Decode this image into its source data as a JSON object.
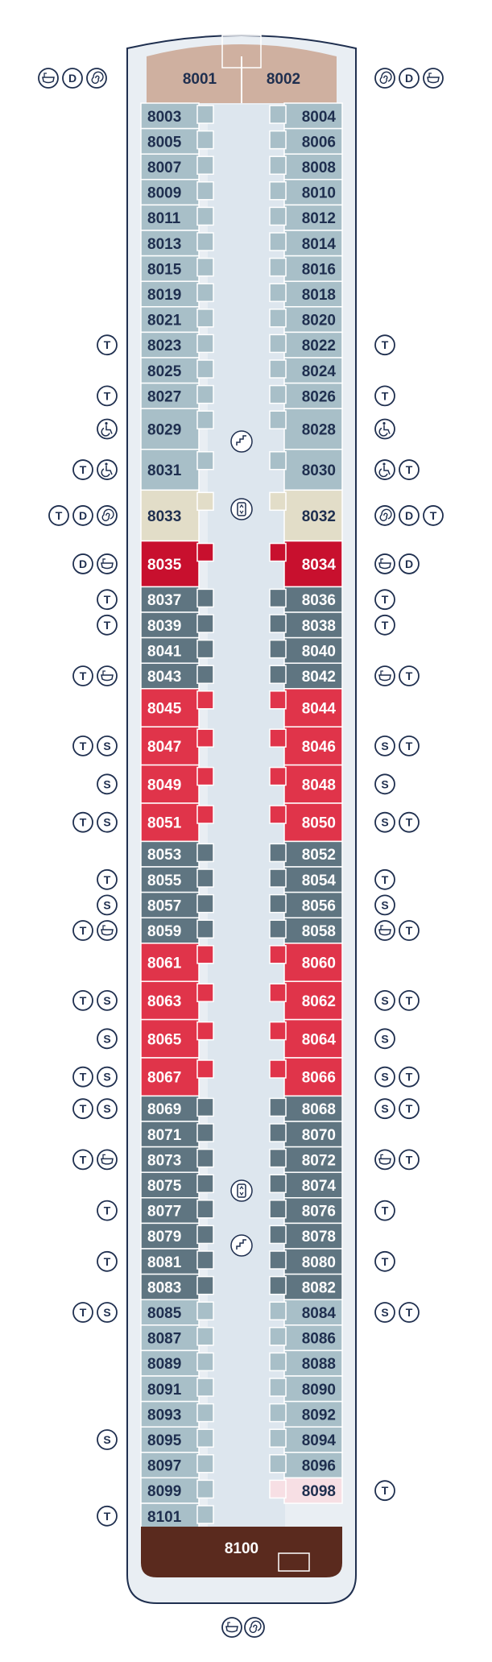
{
  "colors": {
    "outline": "#1f2f4f",
    "hull_fill": "#e9eef3",
    "corridor": "#dde6ee",
    "standard": "#a8bfc8",
    "dark": "#5f7581",
    "red": "#e0344a",
    "crimson": "#c8102e",
    "beige": "#e2ddc8",
    "owner": "#cfb0a0",
    "brown": "#5a2a1e",
    "pink": "#f7dfe4"
  },
  "icon_names": {
    "T": "twin-beds-icon",
    "D": "double-bed-icon",
    "S": "sofa-bed-icon",
    "B": "bathtub-icon",
    "W": "whirlpool-icon",
    "H": "wheelchair-accessible-icon"
  },
  "cabins": {
    "top_left": "8001",
    "top_right": "8002",
    "stern": "8100",
    "left": [
      {
        "id": "8003",
        "cat": "standard",
        "rows": 1
      },
      {
        "id": "8005",
        "cat": "standard",
        "rows": 1
      },
      {
        "id": "8007",
        "cat": "standard",
        "rows": 1
      },
      {
        "id": "8009",
        "cat": "standard",
        "rows": 1
      },
      {
        "id": "8011",
        "cat": "standard",
        "rows": 1
      },
      {
        "id": "8013",
        "cat": "standard",
        "rows": 1
      },
      {
        "id": "8015",
        "cat": "standard",
        "rows": 1
      },
      {
        "id": "8019",
        "cat": "standard",
        "rows": 1
      },
      {
        "id": "8021",
        "cat": "standard",
        "rows": 1
      },
      {
        "id": "8023",
        "cat": "standard",
        "rows": 1,
        "icons": [
          "T"
        ]
      },
      {
        "id": "8025",
        "cat": "standard",
        "rows": 1
      },
      {
        "id": "8027",
        "cat": "standard",
        "rows": 1,
        "icons": [
          "T"
        ]
      },
      {
        "id": "8029",
        "cat": "standard",
        "rows": 1.6,
        "icons": [
          "H"
        ]
      },
      {
        "id": "8031",
        "cat": "standard",
        "rows": 1.6,
        "icons": [
          "T",
          "H"
        ]
      },
      {
        "id": "8033",
        "cat": "beige",
        "rows": 2,
        "icons": [
          "T",
          "D",
          "W"
        ]
      },
      {
        "id": "8035",
        "cat": "crimson",
        "rows": 1.8,
        "icons": [
          "D",
          "B"
        ]
      },
      {
        "id": "8037",
        "cat": "dark",
        "rows": 1,
        "icons": [
          "T"
        ]
      },
      {
        "id": "8039",
        "cat": "dark",
        "rows": 1,
        "icons": [
          "T"
        ]
      },
      {
        "id": "8041",
        "cat": "dark",
        "rows": 1
      },
      {
        "id": "8043",
        "cat": "dark",
        "rows": 1,
        "icons": [
          "T",
          "B"
        ]
      },
      {
        "id": "8045",
        "cat": "red",
        "rows": 1.5
      },
      {
        "id": "8047",
        "cat": "red",
        "rows": 1.5,
        "icons": [
          "T",
          "S"
        ]
      },
      {
        "id": "8049",
        "cat": "red",
        "rows": 1.5,
        "icons": [
          "S"
        ]
      },
      {
        "id": "8051",
        "cat": "red",
        "rows": 1.5,
        "icons": [
          "T",
          "S"
        ]
      },
      {
        "id": "8053",
        "cat": "dark",
        "rows": 1
      },
      {
        "id": "8055",
        "cat": "dark",
        "rows": 1,
        "icons": [
          "T"
        ]
      },
      {
        "id": "8057",
        "cat": "dark",
        "rows": 1,
        "icons": [
          "S"
        ]
      },
      {
        "id": "8059",
        "cat": "dark",
        "rows": 1,
        "icons": [
          "T",
          "B"
        ]
      },
      {
        "id": "8061",
        "cat": "red",
        "rows": 1.5
      },
      {
        "id": "8063",
        "cat": "red",
        "rows": 1.5,
        "icons": [
          "T",
          "S"
        ]
      },
      {
        "id": "8065",
        "cat": "red",
        "rows": 1.5,
        "icons": [
          "S"
        ]
      },
      {
        "id": "8067",
        "cat": "red",
        "rows": 1.5,
        "icons": [
          "T",
          "S"
        ]
      },
      {
        "id": "8069",
        "cat": "dark",
        "rows": 1,
        "icons": [
          "T",
          "S"
        ]
      },
      {
        "id": "8071",
        "cat": "dark",
        "rows": 1
      },
      {
        "id": "8073",
        "cat": "dark",
        "rows": 1,
        "icons": [
          "T",
          "B"
        ]
      },
      {
        "id": "8075",
        "cat": "dark",
        "rows": 1
      },
      {
        "id": "8077",
        "cat": "dark",
        "rows": 1,
        "icons": [
          "T"
        ]
      },
      {
        "id": "8079",
        "cat": "dark",
        "rows": 1
      },
      {
        "id": "8081",
        "cat": "dark",
        "rows": 1,
        "icons": [
          "T"
        ]
      },
      {
        "id": "8083",
        "cat": "dark",
        "rows": 1
      },
      {
        "id": "8085",
        "cat": "standard",
        "rows": 1,
        "icons": [
          "T",
          "S"
        ]
      },
      {
        "id": "8087",
        "cat": "standard",
        "rows": 1
      },
      {
        "id": "8089",
        "cat": "standard",
        "rows": 1
      },
      {
        "id": "8091",
        "cat": "standard",
        "rows": 1
      },
      {
        "id": "8093",
        "cat": "standard",
        "rows": 1
      },
      {
        "id": "8095",
        "cat": "standard",
        "rows": 1,
        "icons": [
          "S"
        ]
      },
      {
        "id": "8097",
        "cat": "standard",
        "rows": 1
      },
      {
        "id": "8099",
        "cat": "standard",
        "rows": 1
      },
      {
        "id": "8101",
        "cat": "standard",
        "rows": 1,
        "icons": [
          "T"
        ]
      }
    ],
    "right": [
      {
        "id": "8004",
        "cat": "standard",
        "rows": 1
      },
      {
        "id": "8006",
        "cat": "standard",
        "rows": 1
      },
      {
        "id": "8008",
        "cat": "standard",
        "rows": 1
      },
      {
        "id": "8010",
        "cat": "standard",
        "rows": 1
      },
      {
        "id": "8012",
        "cat": "standard",
        "rows": 1
      },
      {
        "id": "8014",
        "cat": "standard",
        "rows": 1
      },
      {
        "id": "8016",
        "cat": "standard",
        "rows": 1
      },
      {
        "id": "8018",
        "cat": "standard",
        "rows": 1
      },
      {
        "id": "8020",
        "cat": "standard",
        "rows": 1
      },
      {
        "id": "8022",
        "cat": "standard",
        "rows": 1,
        "icons": [
          "T"
        ]
      },
      {
        "id": "8024",
        "cat": "standard",
        "rows": 1
      },
      {
        "id": "8026",
        "cat": "standard",
        "rows": 1,
        "icons": [
          "T"
        ]
      },
      {
        "id": "8028",
        "cat": "standard",
        "rows": 1.6,
        "icons": [
          "H"
        ]
      },
      {
        "id": "8030",
        "cat": "standard",
        "rows": 1.6,
        "icons": [
          "H",
          "T"
        ]
      },
      {
        "id": "8032",
        "cat": "beige",
        "rows": 2,
        "icons": [
          "W",
          "D",
          "T"
        ]
      },
      {
        "id": "8034",
        "cat": "crimson",
        "rows": 1.8,
        "icons": [
          "B",
          "D"
        ]
      },
      {
        "id": "8036",
        "cat": "dark",
        "rows": 1,
        "icons": [
          "T"
        ]
      },
      {
        "id": "8038",
        "cat": "dark",
        "rows": 1,
        "icons": [
          "T"
        ]
      },
      {
        "id": "8040",
        "cat": "dark",
        "rows": 1
      },
      {
        "id": "8042",
        "cat": "dark",
        "rows": 1,
        "icons": [
          "B",
          "T"
        ]
      },
      {
        "id": "8044",
        "cat": "red",
        "rows": 1.5
      },
      {
        "id": "8046",
        "cat": "red",
        "rows": 1.5,
        "icons": [
          "S",
          "T"
        ]
      },
      {
        "id": "8048",
        "cat": "red",
        "rows": 1.5,
        "icons": [
          "S"
        ]
      },
      {
        "id": "8050",
        "cat": "red",
        "rows": 1.5,
        "icons": [
          "S",
          "T"
        ]
      },
      {
        "id": "8052",
        "cat": "dark",
        "rows": 1
      },
      {
        "id": "8054",
        "cat": "dark",
        "rows": 1,
        "icons": [
          "T"
        ]
      },
      {
        "id": "8056",
        "cat": "dark",
        "rows": 1,
        "icons": [
          "S"
        ]
      },
      {
        "id": "8058",
        "cat": "dark",
        "rows": 1,
        "icons": [
          "B",
          "T"
        ]
      },
      {
        "id": "8060",
        "cat": "red",
        "rows": 1.5
      },
      {
        "id": "8062",
        "cat": "red",
        "rows": 1.5,
        "icons": [
          "S",
          "T"
        ]
      },
      {
        "id": "8064",
        "cat": "red",
        "rows": 1.5,
        "icons": [
          "S"
        ]
      },
      {
        "id": "8066",
        "cat": "red",
        "rows": 1.5,
        "icons": [
          "S",
          "T"
        ]
      },
      {
        "id": "8068",
        "cat": "dark",
        "rows": 1,
        "icons": [
          "S",
          "T"
        ]
      },
      {
        "id": "8070",
        "cat": "dark",
        "rows": 1
      },
      {
        "id": "8072",
        "cat": "dark",
        "rows": 1,
        "icons": [
          "B",
          "T"
        ]
      },
      {
        "id": "8074",
        "cat": "dark",
        "rows": 1
      },
      {
        "id": "8076",
        "cat": "dark",
        "rows": 1,
        "icons": [
          "T"
        ]
      },
      {
        "id": "8078",
        "cat": "dark",
        "rows": 1
      },
      {
        "id": "8080",
        "cat": "dark",
        "rows": 1,
        "icons": [
          "T"
        ]
      },
      {
        "id": "8082",
        "cat": "dark",
        "rows": 1
      },
      {
        "id": "8084",
        "cat": "standard",
        "rows": 1,
        "icons": [
          "S",
          "T"
        ]
      },
      {
        "id": "8086",
        "cat": "standard",
        "rows": 1
      },
      {
        "id": "8088",
        "cat": "standard",
        "rows": 1
      },
      {
        "id": "8090",
        "cat": "standard",
        "rows": 1
      },
      {
        "id": "8092",
        "cat": "standard",
        "rows": 1
      },
      {
        "id": "8094",
        "cat": "standard",
        "rows": 1
      },
      {
        "id": "8096",
        "cat": "standard",
        "rows": 1
      },
      {
        "id": "8098",
        "cat": "pink",
        "rows": 1,
        "icons": [
          "T"
        ]
      }
    ]
  },
  "bow_icons_left": [
    "B",
    "D",
    "W"
  ],
  "bow_icons_right": [
    "W",
    "D",
    "B"
  ],
  "stern_icons": [
    "B",
    "W"
  ]
}
